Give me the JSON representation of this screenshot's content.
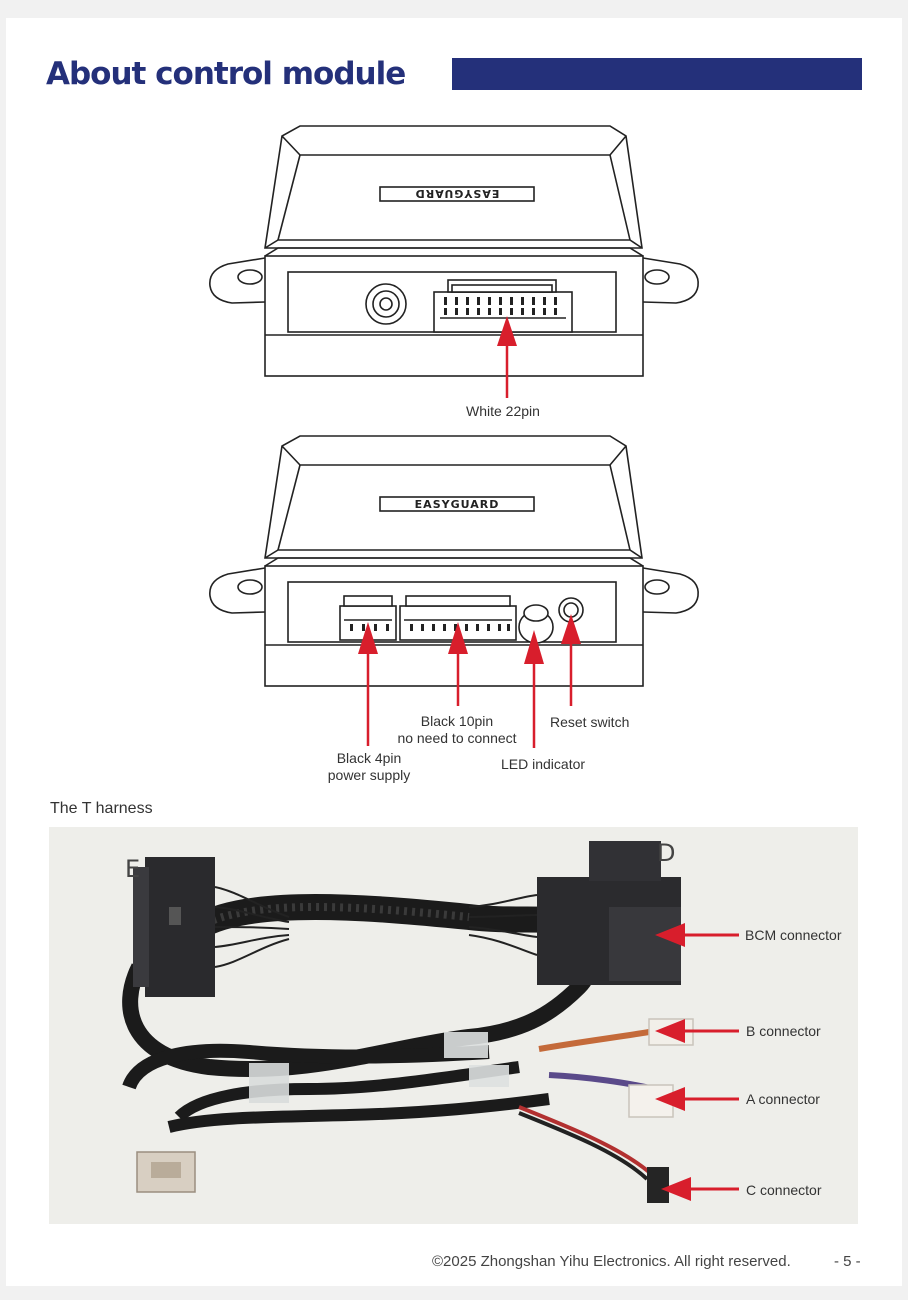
{
  "header": {
    "title": "About control module",
    "accent_color": "#24307a"
  },
  "module_front": {
    "brand_label": "EASYGUARD",
    "callouts": {
      "white_22pin": "White 22pin"
    }
  },
  "module_rear": {
    "brand_label": "EASYGUARD",
    "callouts": {
      "black_10pin_line1": "Black 10pin",
      "black_10pin_line2": "no need to connect",
      "reset_switch": "Reset switch",
      "black_4pin_line1": "Black 4pin",
      "black_4pin_line2": "power supply",
      "led_indicator": "LED indicator"
    }
  },
  "harness": {
    "section_title": "The T harness",
    "letters": {
      "e": "E",
      "d": "D"
    },
    "labels": {
      "bcm": "BCM connector",
      "b": "B connector",
      "a": "A connector",
      "c": "C connector"
    },
    "arrow_color": "#d81e2c"
  },
  "footer": {
    "copyright": "©2025 Zhongshan Yihu Electronics. All right reserved.",
    "page_number": "- 5 -"
  }
}
